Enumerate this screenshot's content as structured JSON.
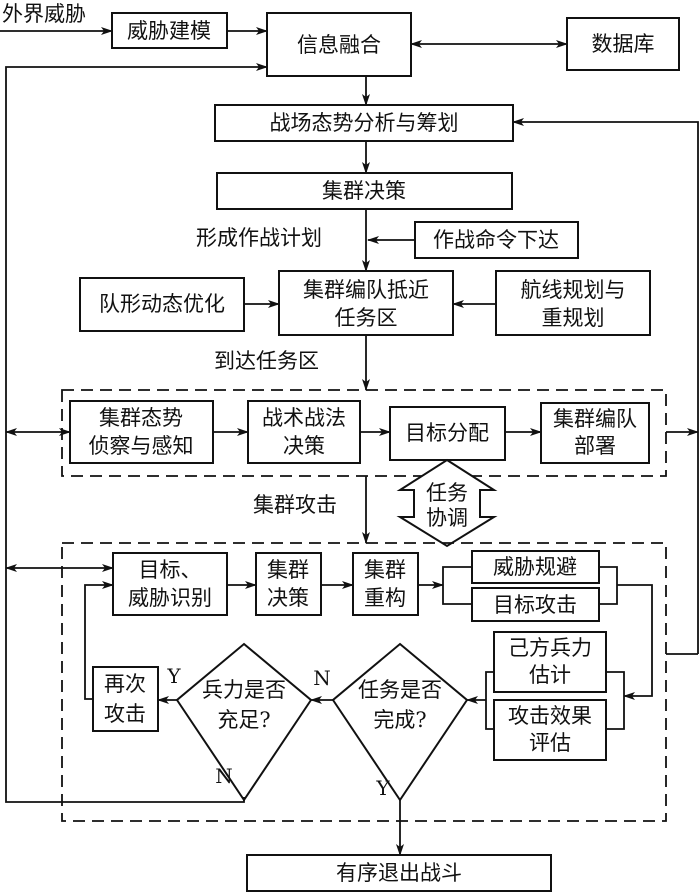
{
  "diagram": {
    "type": "flowchart",
    "nodes": {
      "external_threat": "外界威胁",
      "threat_modeling": "威胁建模",
      "info_fusion": "信息融合",
      "database": "数据库",
      "situation_analysis": "战场态势分析与筹划",
      "cluster_decision_top": "集群决策",
      "form_plan": "形成作战计划",
      "combat_order": "作战命令下达",
      "formation_opt": "队形动态优化",
      "approach_1": "集群编队抵近",
      "approach_2": "任务区",
      "route_plan_1": "航线规划与",
      "route_plan_2": "重规划",
      "arrive": "到达任务区",
      "recon_1": "集群态势",
      "recon_2": "侦察与感知",
      "tactics_1": "战术战法",
      "tactics_2": "决策",
      "target_alloc": "目标分配",
      "deploy_1": "集群编队",
      "deploy_2": "部署",
      "cluster_attack": "集群攻击",
      "coord_1": "任务",
      "coord_2": "协调",
      "identify_1": "目标、",
      "identify_2": "威胁识别",
      "decide_1": "集群",
      "decide_2": "决策",
      "reconfig_1": "集群",
      "reconfig_2": "重构",
      "threat_avoid": "威胁规避",
      "target_attack": "目标攻击",
      "own_force_1": "己方兵力",
      "own_force_2": "估计",
      "effect_1": "攻击效果",
      "effect_2": "评估",
      "task_done_1": "任务是否",
      "task_done_2": "完成?",
      "force_ok_1": "兵力是否",
      "force_ok_2": "充足?",
      "reattack_1": "再次",
      "reattack_2": "攻击",
      "exit": "有序退出战斗"
    },
    "labels": {
      "yes": "Y",
      "no": "N"
    }
  }
}
